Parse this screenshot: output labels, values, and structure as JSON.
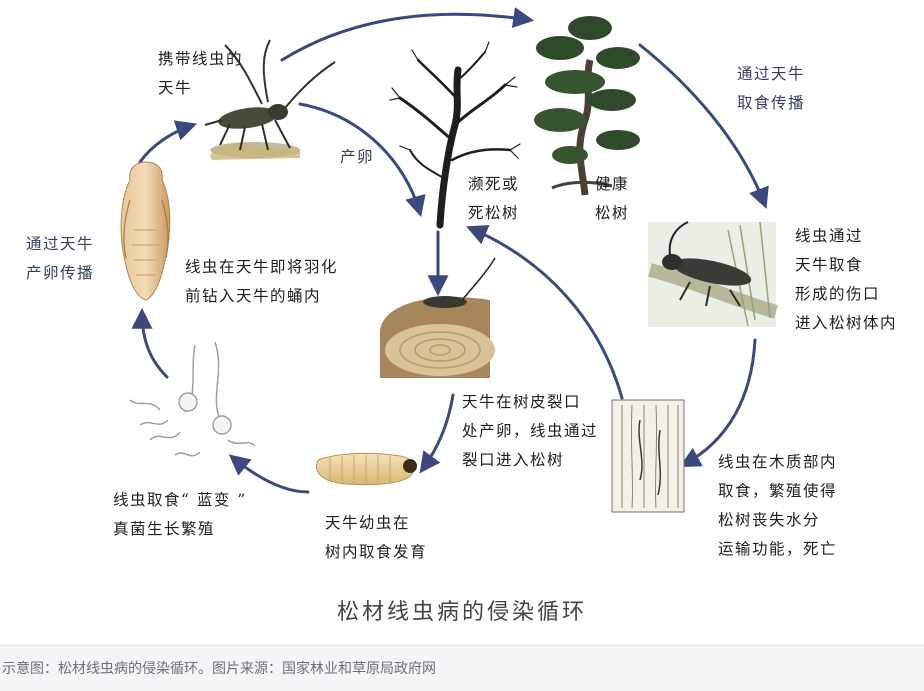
{
  "diagram": {
    "title": "松材线虫病的侵染循环",
    "nodes": [
      {
        "id": "beetle-carrier",
        "icon": "longhorn-beetle",
        "lines": [
          "携带线虫的",
          "天牛"
        ]
      },
      {
        "id": "healthy-pine",
        "icon": "healthy-pine-tree",
        "lines": [
          "健康",
          "松树"
        ]
      },
      {
        "id": "dying-pine",
        "icon": "dead-pine-tree",
        "lines": [
          "濒死或",
          "死松树"
        ]
      },
      {
        "id": "feeding-wound",
        "icon": "beetle-feeding-on-branch",
        "lines": [
          "线虫通过",
          "天牛取食",
          "形成的伤口",
          "进入松树体内"
        ]
      },
      {
        "id": "wood-reproduce",
        "icon": "wood-tissue-section",
        "lines": [
          "线虫在木质部内",
          "取食，繁殖使得",
          "松树丧失水分",
          "运输功能，死亡"
        ]
      },
      {
        "id": "bark-egg",
        "icon": "beetle-on-log",
        "lines": [
          "天牛在树皮裂口",
          "处产卵，线虫通过",
          "裂口进入松树"
        ]
      },
      {
        "id": "larva",
        "icon": "beetle-larva",
        "lines": [
          "天牛幼虫在",
          "树内取食发育"
        ]
      },
      {
        "id": "fungi",
        "icon": "nematodes-and-fungi",
        "lines": [
          "线虫取食“ 蓝变 ”",
          "真菌生长繁殖"
        ]
      },
      {
        "id": "pupa",
        "icon": "beetle-pupa",
        "lines": [
          "线虫在天牛即将羽化",
          "前钻入天牛的蛹内"
        ]
      }
    ],
    "edge_labels": {
      "oviposit": "产卵",
      "feed_transmit": [
        "通过天牛",
        "取食传播"
      ],
      "oviposit_transmit": [
        "通过天牛",
        "产卵传播"
      ]
    },
    "colors": {
      "arrow": "#3a4a7c",
      "label": "#1f1f1f",
      "edge_label": "#33405e"
    }
  },
  "caption": "示意图：松材线虫病的侵染循环。图片来源：国家林业和草原局政府网"
}
